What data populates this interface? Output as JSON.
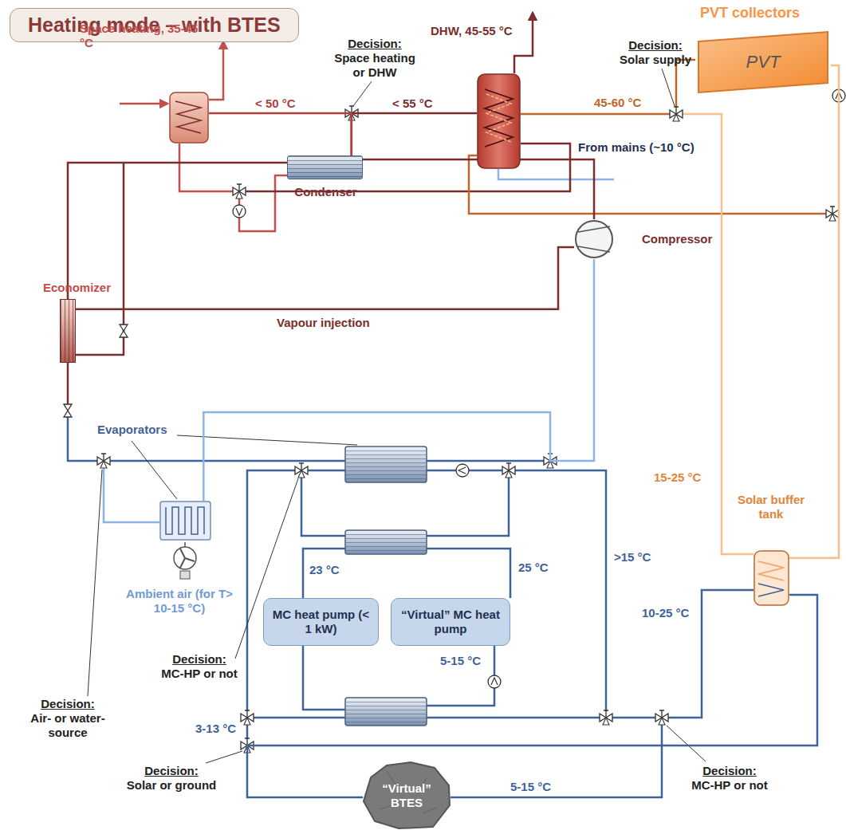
{
  "diagram": {
    "title": "Heating mode – with BTES",
    "nodes": [
      {
        "text": [
          "PVT collectors",
          "PVT"
        ]
      },
      {
        "text": [
          "Space heating, 35-45 °C"
        ]
      },
      {
        "text": [
          "DHW, 45-55 °C"
        ]
      },
      {
        "text": [
          "Condenser"
        ]
      },
      {
        "text": [
          "Compressor"
        ]
      },
      {
        "text": [
          "Economizer"
        ]
      },
      {
        "text": [
          "Ambient air (for T> 10-15 °C)"
        ]
      },
      {
        "text": [
          "MC heat pump (< 1 kW)"
        ]
      },
      {
        "text": [
          "“Virtual” MC heat pump"
        ]
      },
      {
        "text": [
          "Solar buffer tank"
        ]
      },
      {
        "text": [
          "“Virtual” BTES"
        ]
      }
    ],
    "edges": [
      {
        "from": 4,
        "to": 3,
        "arrow": "none"
      },
      {
        "from": 3,
        "to": 5,
        "arrow": "none"
      },
      {
        "from": 5,
        "to": 4,
        "label": "Vapour injection",
        "arrow": "none"
      },
      {
        "from": 6,
        "to": 4,
        "arrow": "none"
      },
      {
        "from": 0,
        "to": 9,
        "arrow": "none"
      },
      {
        "from": 9,
        "to": 10,
        "arrow": "none"
      },
      {
        "from": 3,
        "to": 2,
        "label": "< 55 °C",
        "arrow": "none"
      },
      {
        "from": 3,
        "to": 1,
        "label": "< 50 °C",
        "arrow": "none"
      }
    ],
    "labels": [
      "Decision:",
      "Space heating or DHW",
      "Decision:",
      "Solar supply",
      "45-60 °C",
      "From mains (~10 °C)",
      "Evaporators",
      "Decision:",
      "Air- or water-source",
      "Decision:",
      "MC-HP or not",
      "23 °C",
      "25 °C",
      ">15 °C",
      "15-25 °C",
      "10-25 °C",
      "5-15 °C",
      "3-13 °C",
      "Decision:",
      "Solar or ground",
      "5-15 °C",
      "Decision:",
      "MC-HP or not"
    ]
  }
}
